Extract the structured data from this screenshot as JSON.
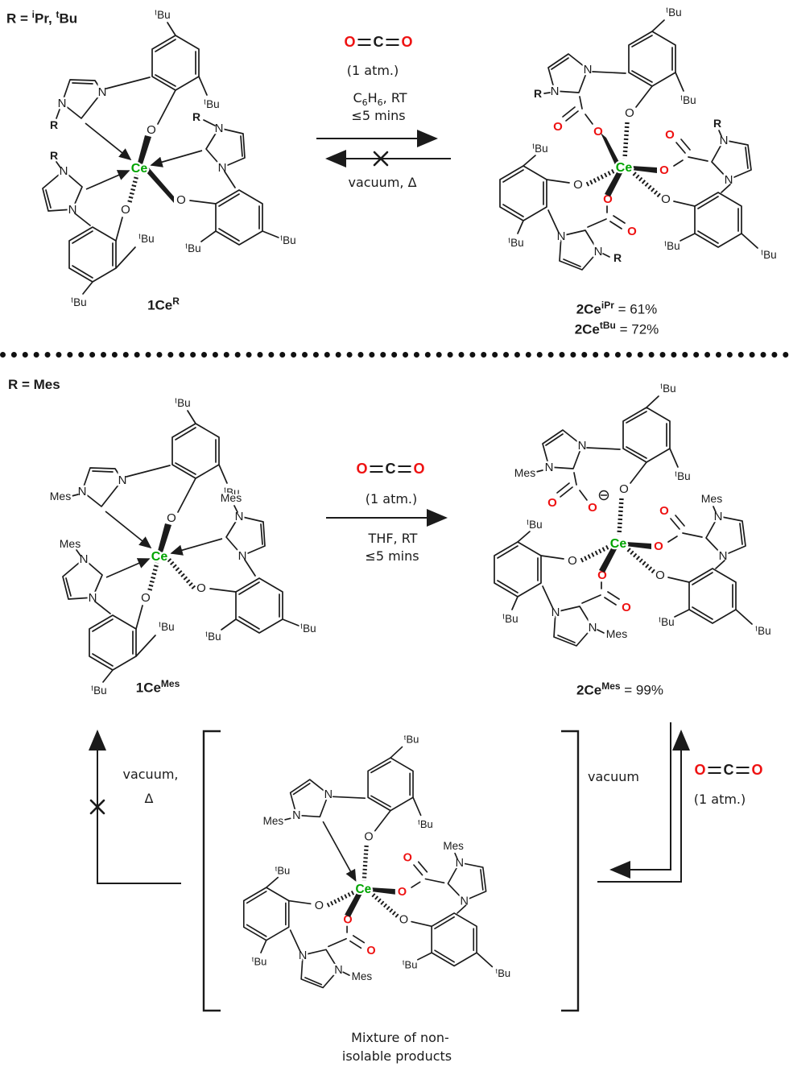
{
  "colors": {
    "black": "#1b1b1b",
    "red": "#ee1111",
    "green": "#00a400"
  },
  "glyphs": {
    "ce": "Ce",
    "o": "O",
    "n": "N",
    "r": "R",
    "mes": "Mes",
    "t": "t",
    "bu": "Bu"
  },
  "headers": {
    "top": {
      "prefix": "R = ",
      "sup1": "i",
      "mid": "Pr, ",
      "sup2": "t",
      "end": "Bu"
    },
    "bottom": "R = Mes"
  },
  "co2": {
    "o": "O",
    "c": "C"
  },
  "conditions": {
    "atm": "(1 atm.)",
    "top_solvent": {
      "c1": "C",
      "sub1": "6",
      "c2": "H",
      "sub2": "6",
      "rest": ", RT"
    },
    "top_time": "≤5 mins",
    "top_reverse": "vacuum, Δ",
    "bottom_solvent": "THF, RT",
    "bottom_time": "≤5 mins"
  },
  "cycle": {
    "left1": "vacuum,",
    "left2": "Δ",
    "right": "vacuum"
  },
  "labels": {
    "s1": {
      "base": "1Ce",
      "sup": "R"
    },
    "s2a": {
      "base": "2Ce",
      "sup": "iPr",
      "eq": " = 61%"
    },
    "s2b": {
      "base": "2Ce",
      "sup": "tBu",
      "eq": " = 72%"
    },
    "s3": {
      "base": "1Ce",
      "sup": "Mes"
    },
    "s4": {
      "base": "2Ce",
      "sup": "Mes",
      "eq": " = 99%"
    },
    "caption_line1": "Mixture of non-",
    "caption_line2": "isolable products"
  }
}
